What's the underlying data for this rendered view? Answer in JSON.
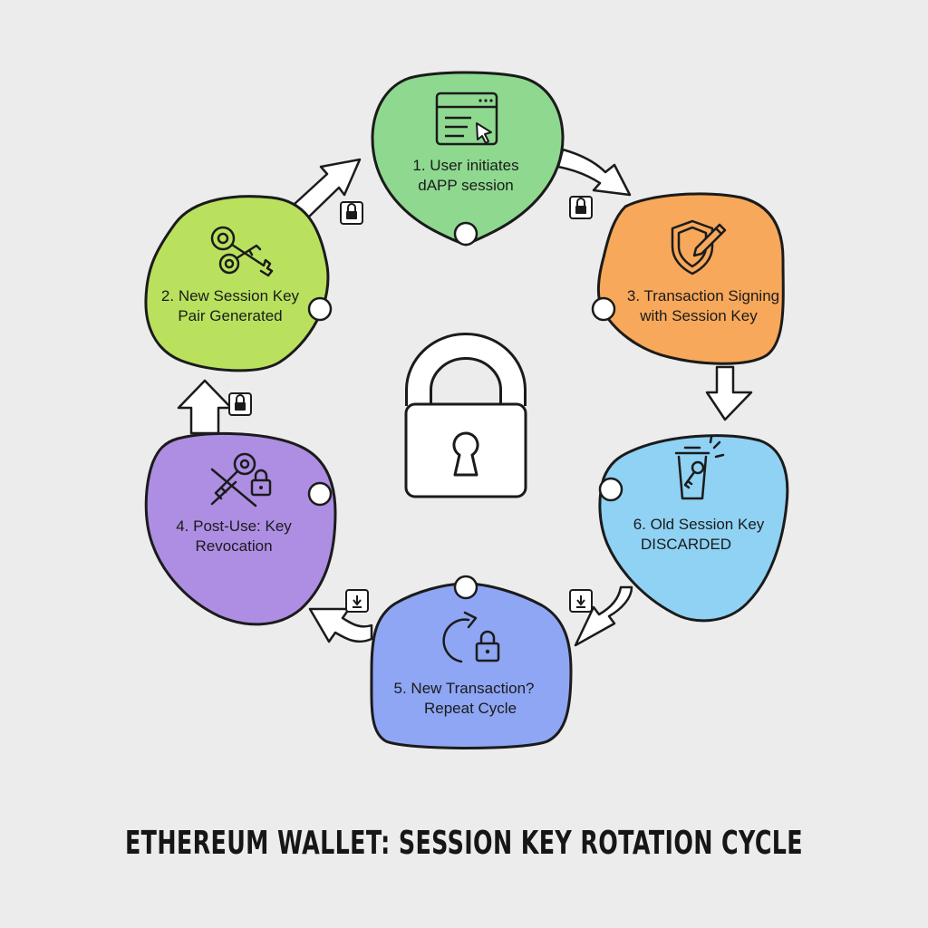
{
  "title": "ETHEREUM WALLET: SESSION KEY ROTATION CYCLE",
  "center_icon": "padlock-icon",
  "steps": [
    {
      "line1": "1. User initiates",
      "line2": "dAPP session",
      "color": "#8ed98f",
      "icon": "browser-window-cursor-icon"
    },
    {
      "line1": "2. New Session Key",
      "line2": "Pair Generated",
      "color": "#b9e15e",
      "icon": "key-pair-icon"
    },
    {
      "line1": "3. Transaction Signing",
      "line2": "with Session Key",
      "color": "#f7a85a",
      "icon": "shield-pen-icon"
    },
    {
      "line1": "4. Post-Use: Key",
      "line2": "Revocation",
      "color": "#ad8ee3",
      "icon": "crossed-key-lock-icon"
    },
    {
      "line1": "5. New Transaction?",
      "line2": "Repeat Cycle",
      "color": "#8ea6f3",
      "icon": "refresh-lock-icon"
    },
    {
      "line1": "6. Old Session Key",
      "line2": "DISCARDED",
      "color": "#8fd2f4",
      "icon": "trash-key-icon"
    }
  ],
  "connectors": [
    {
      "from": "2",
      "to": "1",
      "badge": "lock-icon"
    },
    {
      "from": "1",
      "to": "3",
      "badge": "lock-icon"
    },
    {
      "from": "3",
      "to": "6",
      "badge": "none"
    },
    {
      "from": "6",
      "to": "5",
      "badge": "download-lock-icon"
    },
    {
      "from": "5",
      "to": "4",
      "badge": "download-lock-icon"
    },
    {
      "from": "4",
      "to": "2",
      "badge": "lock-icon"
    }
  ]
}
